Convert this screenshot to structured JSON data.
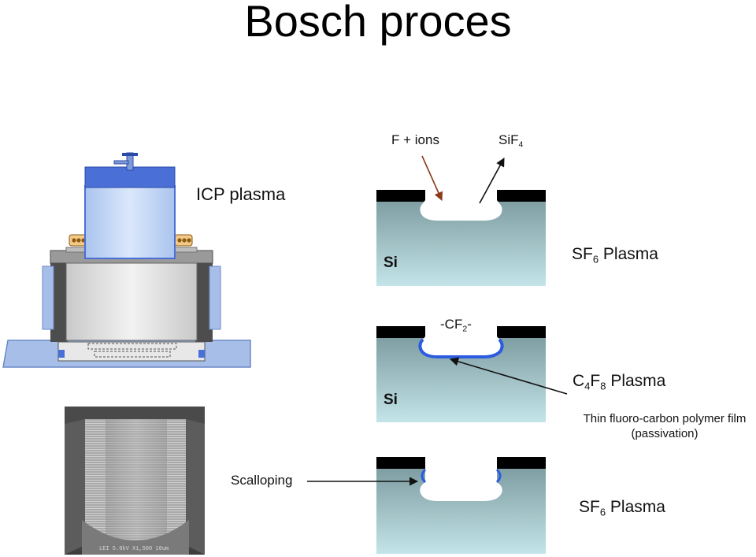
{
  "title": "Bosch proces",
  "equipment": {
    "label": "ICP plasma"
  },
  "steps": [
    {
      "stage": "etch",
      "incoming_label": "F + ions",
      "product_label": {
        "base": "SiF",
        "sub": "4"
      },
      "substrate_label": "Si",
      "plasma": {
        "pre": "SF",
        "sub1": "6",
        "mid": " Plasma"
      }
    },
    {
      "stage": "passivation",
      "deposit_label": {
        "pre": "-CF",
        "sub": "2",
        "post": "-"
      },
      "substrate_label": "Si",
      "plasma": {
        "pre": "C",
        "sub1": "4",
        "mid": "F",
        "sub2": "8",
        "post": " Plasma"
      },
      "film_note": {
        "line1": "Thin fluoro-carbon polymer film",
        "line2": "(passivation)"
      }
    },
    {
      "stage": "etch-repeat",
      "feature_label": "Scalloping",
      "plasma": {
        "pre": "SF",
        "sub1": "6",
        "mid": " Plasma"
      }
    }
  ],
  "colors": {
    "mask": "#000000",
    "passivation_film": "#2d5be0",
    "ion_arrow": "#8b3a1a",
    "chamber_blue": "#4a6fd6",
    "substrate_top": "#7f9ea3",
    "substrate_bottom": "#c3e4e8"
  }
}
